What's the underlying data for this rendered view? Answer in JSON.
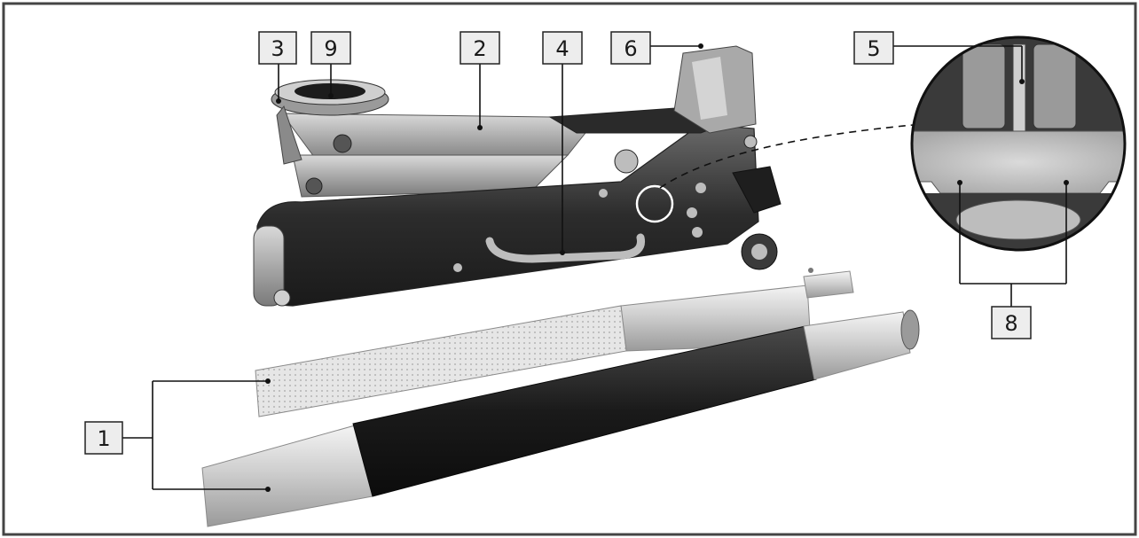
{
  "diagram": {
    "callouts": [
      {
        "id": "c1",
        "label": "1"
      },
      {
        "id": "c2",
        "label": "2"
      },
      {
        "id": "c3",
        "label": "3"
      },
      {
        "id": "c4",
        "label": "4"
      },
      {
        "id": "c5",
        "label": "5"
      },
      {
        "id": "c6",
        "label": "6"
      },
      {
        "id": "c8",
        "label": "8"
      },
      {
        "id": "c9",
        "label": "9"
      }
    ]
  }
}
